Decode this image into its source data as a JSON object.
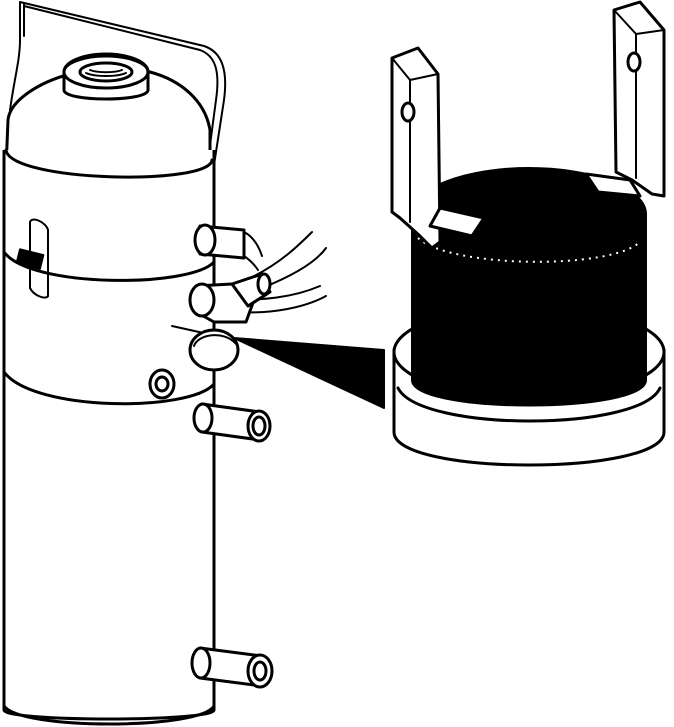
{
  "illustration": {
    "subject": "",
    "components": [
      {
        "name": "water-heater-tank",
        "icon": "tank-icon"
      },
      {
        "name": "cold-water-inlet",
        "icon": "pipe-fitting-icon"
      },
      {
        "name": "hot-water-outlet",
        "icon": "pipe-fitting-icon"
      },
      {
        "name": "temperature-sensor",
        "icon": "sensor-icon"
      },
      {
        "name": "thermal-cutoff-switch",
        "icon": "thermostat-icon"
      },
      {
        "name": "terminal-tabs",
        "icon": "spade-terminal-icon"
      }
    ],
    "colors": {
      "line": "#000000",
      "fill": "#ffffff",
      "solid": "#000000"
    }
  }
}
